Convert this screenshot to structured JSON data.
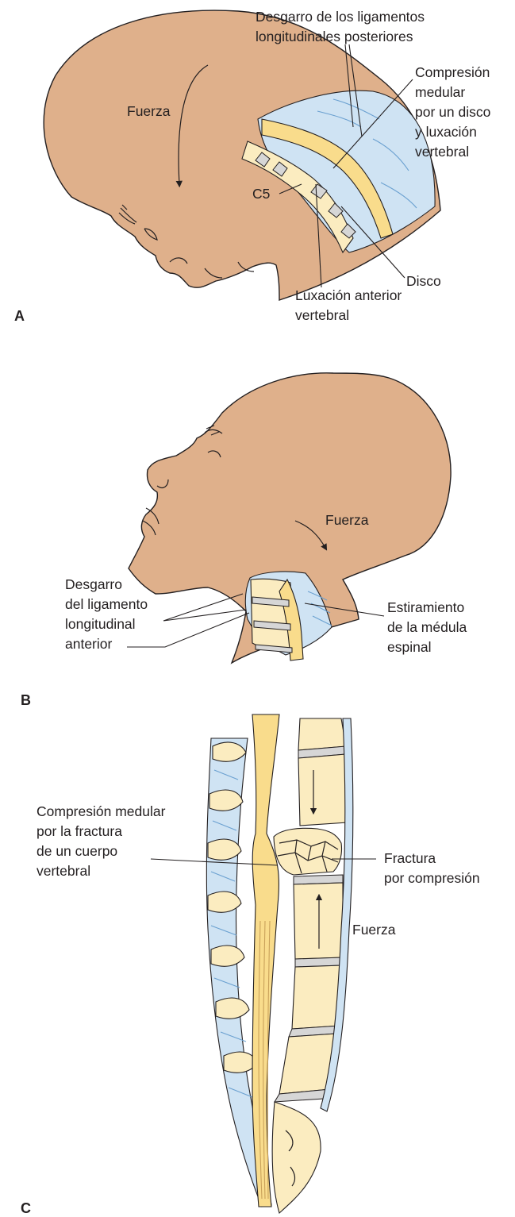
{
  "colors": {
    "skin": "#dfb08b",
    "bone": "#fbecc0",
    "spinal_cord": "#f9dc8c",
    "ligament_blue": "#cfe3f3",
    "disc_gray": "#d6d6d6",
    "ink": "#231f20"
  },
  "panel_a": {
    "panel_letter": "A",
    "force_label": "Fuerza",
    "vertebra_label": "C5",
    "posterior_tear_label": [
      "Desgarro de los ligamentos",
      "longitudinales posteriores"
    ],
    "cord_compression_label": [
      "Compresión",
      "medular",
      "por un disco",
      "y luxación",
      "vertebral"
    ],
    "disc_label": "Disco",
    "anterior_dislocation_label": [
      "Luxación anterior",
      "vertebral"
    ]
  },
  "panel_b": {
    "panel_letter": "B",
    "force_label": "Fuerza",
    "anterior_tear_label": [
      "Desgarro",
      "del ligamento",
      "longitudinal",
      "anterior"
    ],
    "cord_stretch_label": [
      "Estiramiento",
      "de la médula",
      "espinal"
    ]
  },
  "panel_c": {
    "panel_letter": "C",
    "cord_compression_label": [
      "Compresión medular",
      "por la fractura",
      "de un cuerpo",
      "vertebral"
    ],
    "fracture_label": [
      "Fractura",
      "por compresión"
    ],
    "force_label": "Fuerza"
  }
}
